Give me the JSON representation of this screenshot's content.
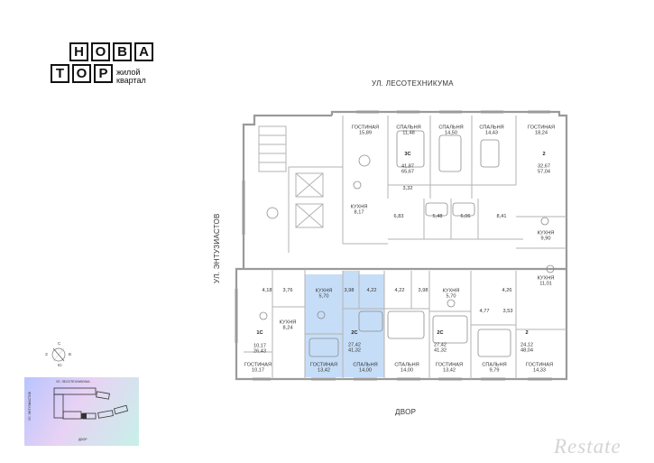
{
  "logo": {
    "letters_top": [
      "Н",
      "О",
      "В",
      "А"
    ],
    "letters_bottom": [
      "Т",
      "О",
      "Р"
    ],
    "subtitle_line1": "жилой",
    "subtitle_line2": "квартал"
  },
  "streets": {
    "top": "УЛ. ЛЕСОТЕХНИКУМА",
    "left": "УЛ. ЭНТУЗИАСТОВ",
    "bottom": "ДВОР"
  },
  "colors": {
    "wall": "#9a9a9a",
    "highlight": "#c6ddf7",
    "highlight_stroke": "#7fa9d8"
  },
  "rooms": {
    "r1": "ГОСТИНАЯ",
    "r1v": "15,89",
    "r2": "СПАЛЬНЯ",
    "r2v": "11,48",
    "r3": "СПАЛЬНЯ",
    "r3v": "14,50",
    "r4": "СПАЛЬНЯ",
    "r4v": "14,43",
    "r5": "ГОСТИНАЯ",
    "r5v": "18,24",
    "r6v": "3,32",
    "r7v": "6,83",
    "r8": "КУХНЯ",
    "r8v": "8,17",
    "r9v": "5,48",
    "r10v": "6,06",
    "r11v": "8,41",
    "r12": "КУХНЯ",
    "r12v": "9,90",
    "r13": "КУХНЯ",
    "r13v": "11,01",
    "r14v": "4,18",
    "r15v": "3,76",
    "r16": "КУХНЯ",
    "r16v": "5,70",
    "r17v": "3,98",
    "r18v": "4,22",
    "r19v": "4,22",
    "r20v": "3,98",
    "r21": "КУХНЯ",
    "r21v": "5,70",
    "r22v": "4,26",
    "r23": "КУХНЯ",
    "r23v": "8,24",
    "r24v": "4,77",
    "r25v": "3,53",
    "r26": "ГОСТИНАЯ",
    "r26v": "10,17",
    "r27": "ГОСТИНАЯ",
    "r27v": "13,42",
    "r28": "СПАЛЬНЯ",
    "r28v": "14,00",
    "r29": "СПАЛЬНЯ",
    "r29v": "14,00",
    "r30": "ГОСТИНАЯ",
    "r30v": "13,42",
    "r31": "СПАЛЬНЯ",
    "r31v": "9,79",
    "r32": "ГОСТИНАЯ",
    "r32v": "14,33"
  },
  "apartments": {
    "a1": {
      "type": "3С",
      "area1": "41,87",
      "area2": "65,67"
    },
    "a2": {
      "type": "2",
      "area1": "32,67",
      "area2": "57,04"
    },
    "a3": {
      "type": "1С",
      "area1": "10,17",
      "area2": "26,43"
    },
    "a4": {
      "type": "2С",
      "area1": "27,42",
      "area2": "41,32"
    },
    "a5": {
      "type": "2С",
      "area1": "27,42",
      "area2": "41,32"
    },
    "a6": {
      "type": "2",
      "area1": "24,12",
      "area2": "48,04"
    }
  },
  "minimap": {
    "top_label": "УЛ. ЛЕСОТЕХНИКУМА",
    "left_label": "УЛ. ЭНТУЗИАСТОВ",
    "bottom_label": "ДВОР"
  },
  "compass_letters": {
    "n": "С",
    "s": "Ю",
    "w": "З",
    "e": "В"
  },
  "watermark": "Restate"
}
